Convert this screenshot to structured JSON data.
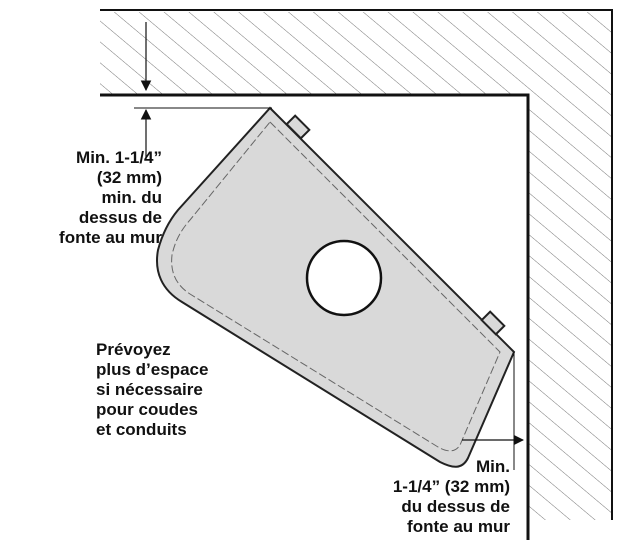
{
  "labels": {
    "top_clearance": {
      "line1": "Min. 1-1/4”",
      "line2": "(32 mm)",
      "line3": "min. du",
      "line4": "dessus de",
      "line5": "fonte au mur"
    },
    "extra_space": {
      "line1": "Prévoyez",
      "line2": "plus d’espace",
      "line3": "si nécessaire",
      "line4": "pour coudes",
      "line5": "et conduits"
    },
    "side_clearance": {
      "line1": "Min.",
      "line2": "1-1/4” (32 mm)",
      "line3": "du dessus de",
      "line4": "fonte au mur"
    }
  },
  "colors": {
    "wall_line": "#111111",
    "hatch": "#555555",
    "stove_fill": "#d9d9d9",
    "stove_stroke": "#222222",
    "text": "#111111"
  }
}
